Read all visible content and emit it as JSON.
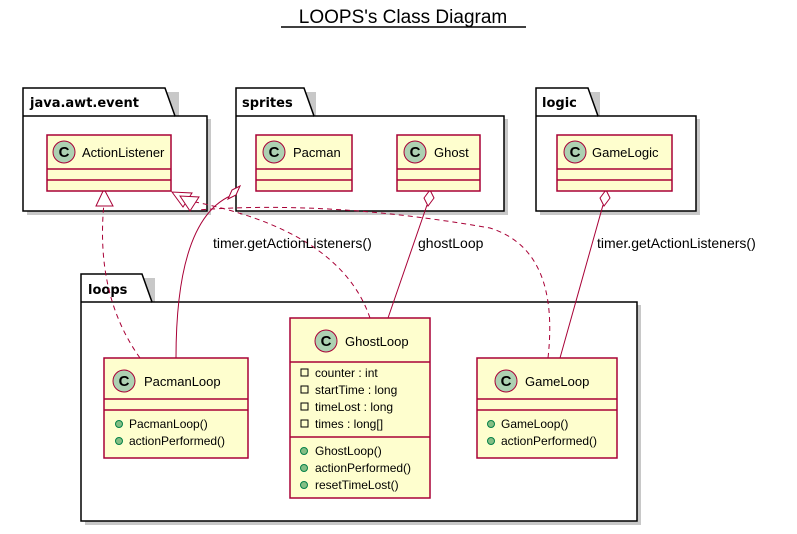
{
  "title": "LOOPS's Class Diagram",
  "packages": [
    {
      "label": "java.awt.event"
    },
    {
      "label": "sprites"
    },
    {
      "label": "logic"
    },
    {
      "label": "loops"
    }
  ],
  "classes": {
    "action_listener": {
      "stereotype": "C",
      "name": "ActionListener"
    },
    "pacman": {
      "stereotype": "C",
      "name": "Pacman"
    },
    "ghost": {
      "stereotype": "C",
      "name": "Ghost"
    },
    "game_logic": {
      "stereotype": "C",
      "name": "GameLogic"
    },
    "pacman_loop": {
      "stereotype": "C",
      "name": "PacmanLoop",
      "methods": [
        "PacmanLoop()",
        "actionPerformed()"
      ]
    },
    "ghost_loop": {
      "stereotype": "C",
      "name": "GhostLoop",
      "fields": [
        "counter : int",
        "startTime : long",
        "timeLost : long",
        "times : long[]"
      ],
      "methods": [
        "GhostLoop()",
        "actionPerformed()",
        "resetTimeLost()"
      ]
    },
    "game_loop": {
      "stereotype": "C",
      "name": "GameLoop",
      "methods": [
        "GameLoop()",
        "actionPerformed()"
      ]
    }
  },
  "edges": {
    "pacman_to_pacman_loop": "timer.getActionListeners()",
    "ghost_to_ghost_loop": "ghostLoop",
    "game_logic_to_game_loop": "timer.getActionListeners()"
  },
  "colors": {
    "class_fill": "#FEFECE",
    "class_border": "#A80036",
    "stereotype_circle": "#ADD1B2",
    "public_dot": "#84BE84"
  }
}
